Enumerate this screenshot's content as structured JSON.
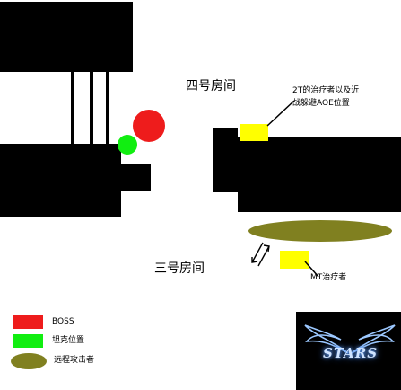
{
  "map": {
    "rooms": {
      "room4": "四号房间",
      "room3": "三号房间"
    },
    "annotations": {
      "top_right_line1": "2T的治疗者以及近",
      "top_right_line2": "战躲避AOE位置",
      "mt_healer": "MT治疗者"
    },
    "markers": [
      {
        "id": "boss",
        "shape": "circle",
        "color": "#ee1c1c"
      },
      {
        "id": "tank",
        "shape": "circle",
        "color": "#11ee11"
      },
      {
        "id": "ranged",
        "shape": "ellipse",
        "color": "#808020"
      },
      {
        "id": "healer-2t",
        "shape": "rect",
        "color": "#ffff00"
      },
      {
        "id": "healer-mt",
        "shape": "rect",
        "color": "#ffff00"
      }
    ]
  },
  "legend": [
    {
      "label": "BOSS",
      "color": "#ee1c1c",
      "shape": "rect"
    },
    {
      "label": "坦克位置",
      "color": "#11ee11",
      "shape": "rect"
    },
    {
      "label": "远程攻击者",
      "color": "#808020",
      "shape": "ellipse"
    }
  ],
  "logo": {
    "text": "STARS",
    "icon": "winged-logo"
  }
}
